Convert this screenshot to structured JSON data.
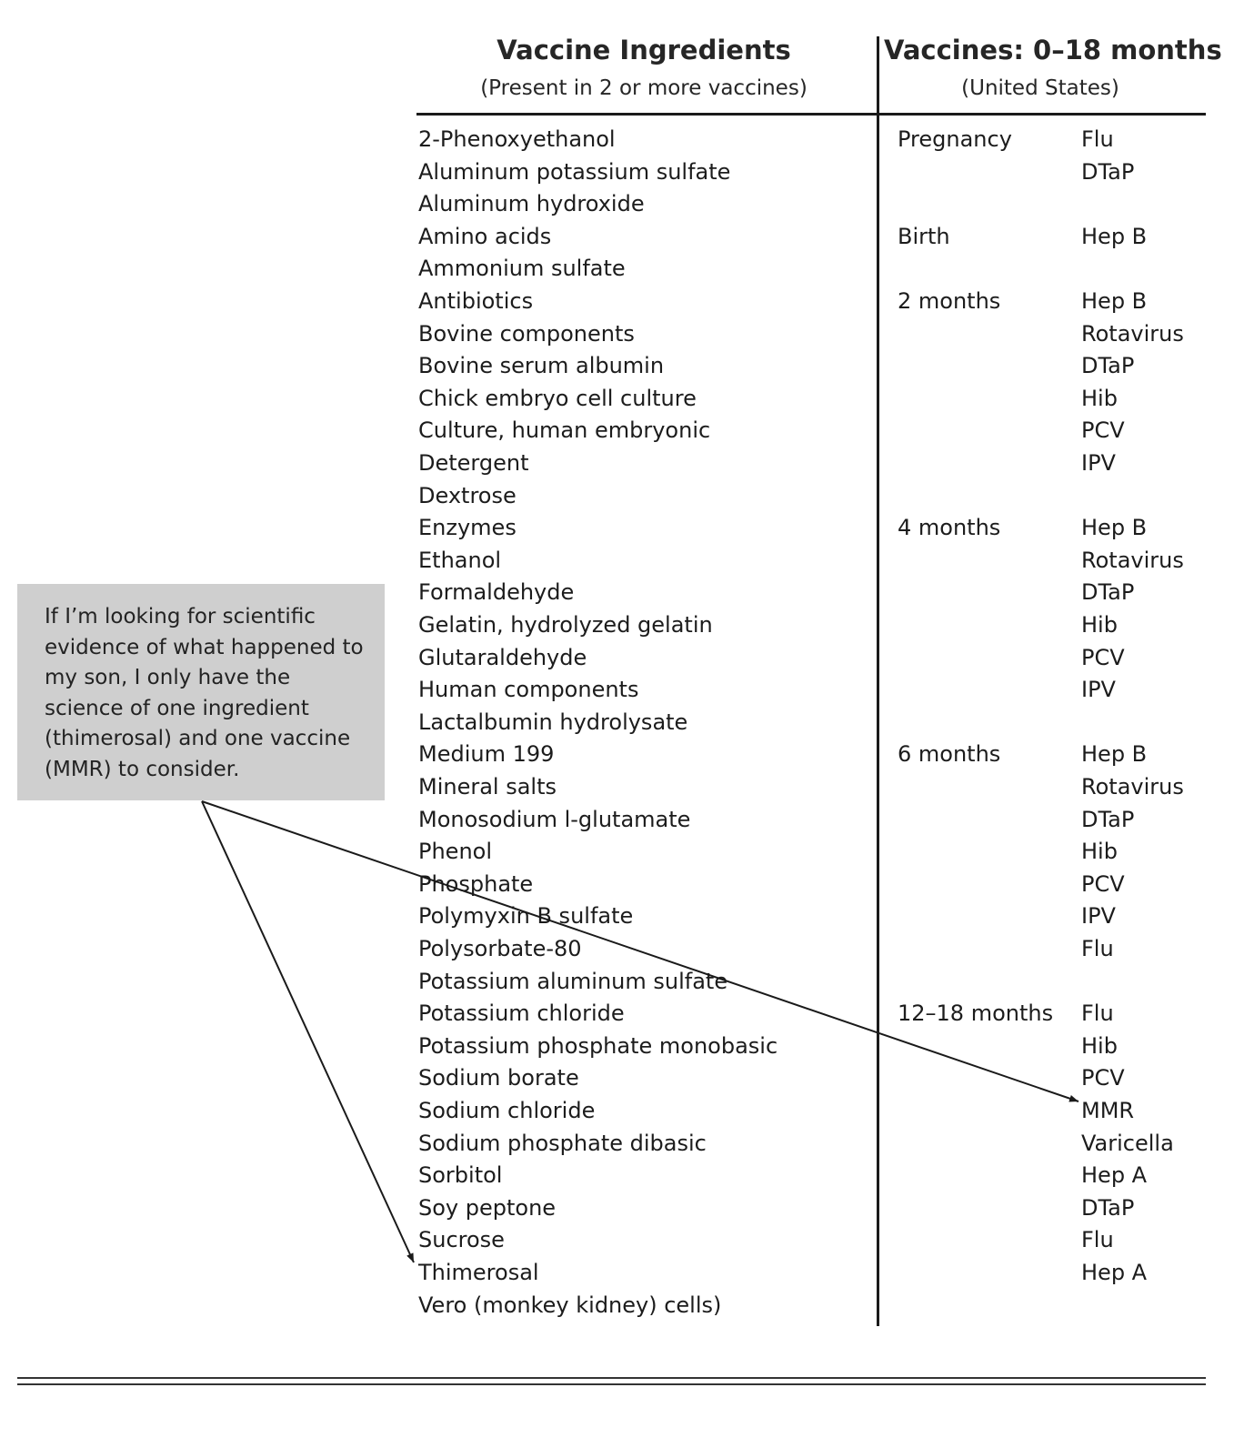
{
  "ingredients_header": {
    "title": "Vaccine Ingredients",
    "subtitle": "(Present in 2 or more vaccines)"
  },
  "schedule_header": {
    "title": "Vaccines: 0–18 months",
    "subtitle": "(United States)"
  },
  "ingredients": [
    "2-Phenoxyethanol",
    "Aluminum potassium sulfate",
    "Aluminum hydroxide",
    "Amino acids",
    "Ammonium sulfate",
    "Antibiotics",
    "Bovine components",
    "Bovine serum albumin",
    "Chick embryo cell culture",
    "Culture, human embryonic",
    "Detergent",
    "Dextrose",
    "Enzymes",
    "Ethanol",
    "Formaldehyde",
    "Gelatin, hydrolyzed gelatin",
    "Glutaraldehyde",
    "Human components",
    "Lactalbumin hydrolysate",
    "Medium 199",
    "Mineral salts",
    "Monosodium l-glutamate",
    "Phenol",
    "Phosphate",
    "Polymyxin B sulfate",
    "Polysorbate-80",
    "Potassium aluminum sulfate",
    "Potassium chloride",
    "Potassium phosphate monobasic",
    "Sodium borate",
    "Sodium chloride",
    "Sodium phosphate dibasic",
    "Sorbitol",
    "Soy peptone",
    "Sucrose",
    "Thimerosal",
    "Vero (monkey kidney) cells)"
  ],
  "schedule": [
    {
      "age": "Pregnancy",
      "vaccines": [
        "Flu",
        "DTaP"
      ]
    },
    {
      "age": "Birth",
      "vaccines": [
        "Hep B"
      ]
    },
    {
      "age": "2 months",
      "vaccines": [
        "Hep B",
        "Rotavirus",
        "DTaP",
        "Hib",
        "PCV",
        "IPV"
      ]
    },
    {
      "age": "4 months",
      "vaccines": [
        "Hep B",
        "Rotavirus",
        "DTaP",
        "Hib",
        "PCV",
        "IPV"
      ]
    },
    {
      "age": "6 months",
      "vaccines": [
        "Hep B",
        "Rotavirus",
        "DTaP",
        "Hib",
        "PCV",
        "IPV",
        "Flu"
      ]
    },
    {
      "age": "12–18 months",
      "vaccines": [
        "Flu",
        "Hib",
        "PCV",
        "MMR",
        "Varicella",
        "Hep A",
        "DTaP",
        "Flu",
        "Hep A"
      ]
    }
  ],
  "callout": {
    "text": "If I’m looking for scientific evidence of what happened to my son, I only have the science of one ingredient (thimerosal) and one vaccine (MMR) to consider."
  },
  "arrows": [
    {
      "from": "callout",
      "to": "MMR"
    },
    {
      "from": "callout",
      "to": "Thimerosal"
    }
  ]
}
